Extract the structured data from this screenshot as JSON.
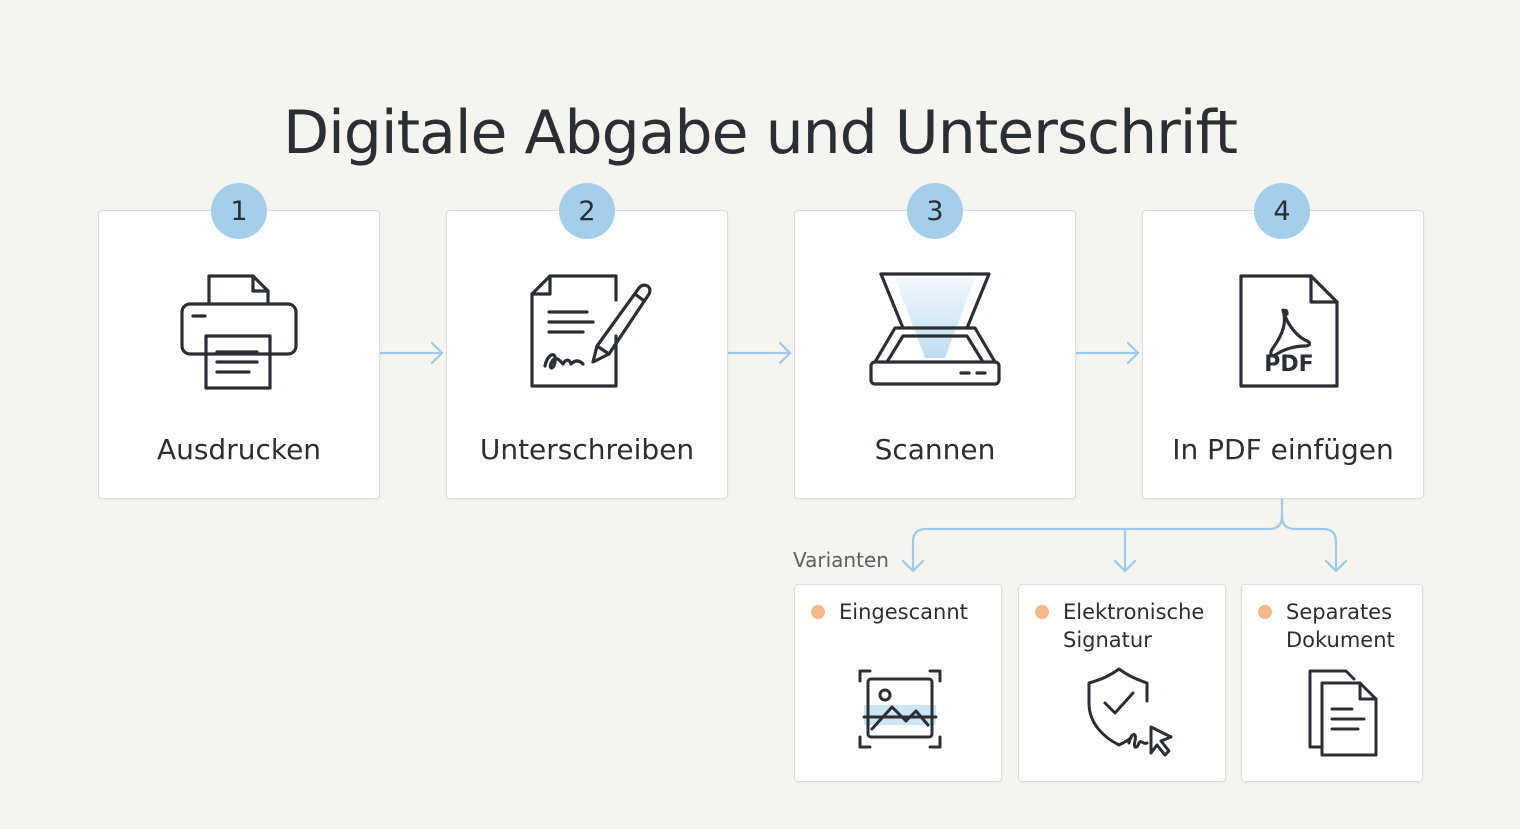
{
  "title": "Digitale Abgabe und Unterschrift",
  "steps": [
    {
      "number": "1",
      "label": "Ausdrucken",
      "icon": "printer-icon"
    },
    {
      "number": "2",
      "label": "Unterschreiben",
      "icon": "signed-document-pen-icon"
    },
    {
      "number": "3",
      "label": "Scannen",
      "icon": "scanner-icon"
    },
    {
      "number": "4",
      "label": "In PDF einfügen",
      "icon": "pdf-file-icon",
      "icon_text": "PDF"
    }
  ],
  "variants": {
    "label": "Varianten",
    "items": [
      {
        "label": "Eingescannt",
        "icon": "scanned-image-icon"
      },
      {
        "label": "Elektronische Signatur",
        "icon": "shield-signature-cursor-icon"
      },
      {
        "label": "Separates Dokument",
        "icon": "stacked-documents-icon"
      }
    ]
  },
  "colors": {
    "accent_blue": "#a3cfeb",
    "connector_blue": "#9fc9e6",
    "dot_orange": "#f4b98a",
    "background": "#f6f4ef",
    "icon_stroke": "#2b2f33"
  }
}
